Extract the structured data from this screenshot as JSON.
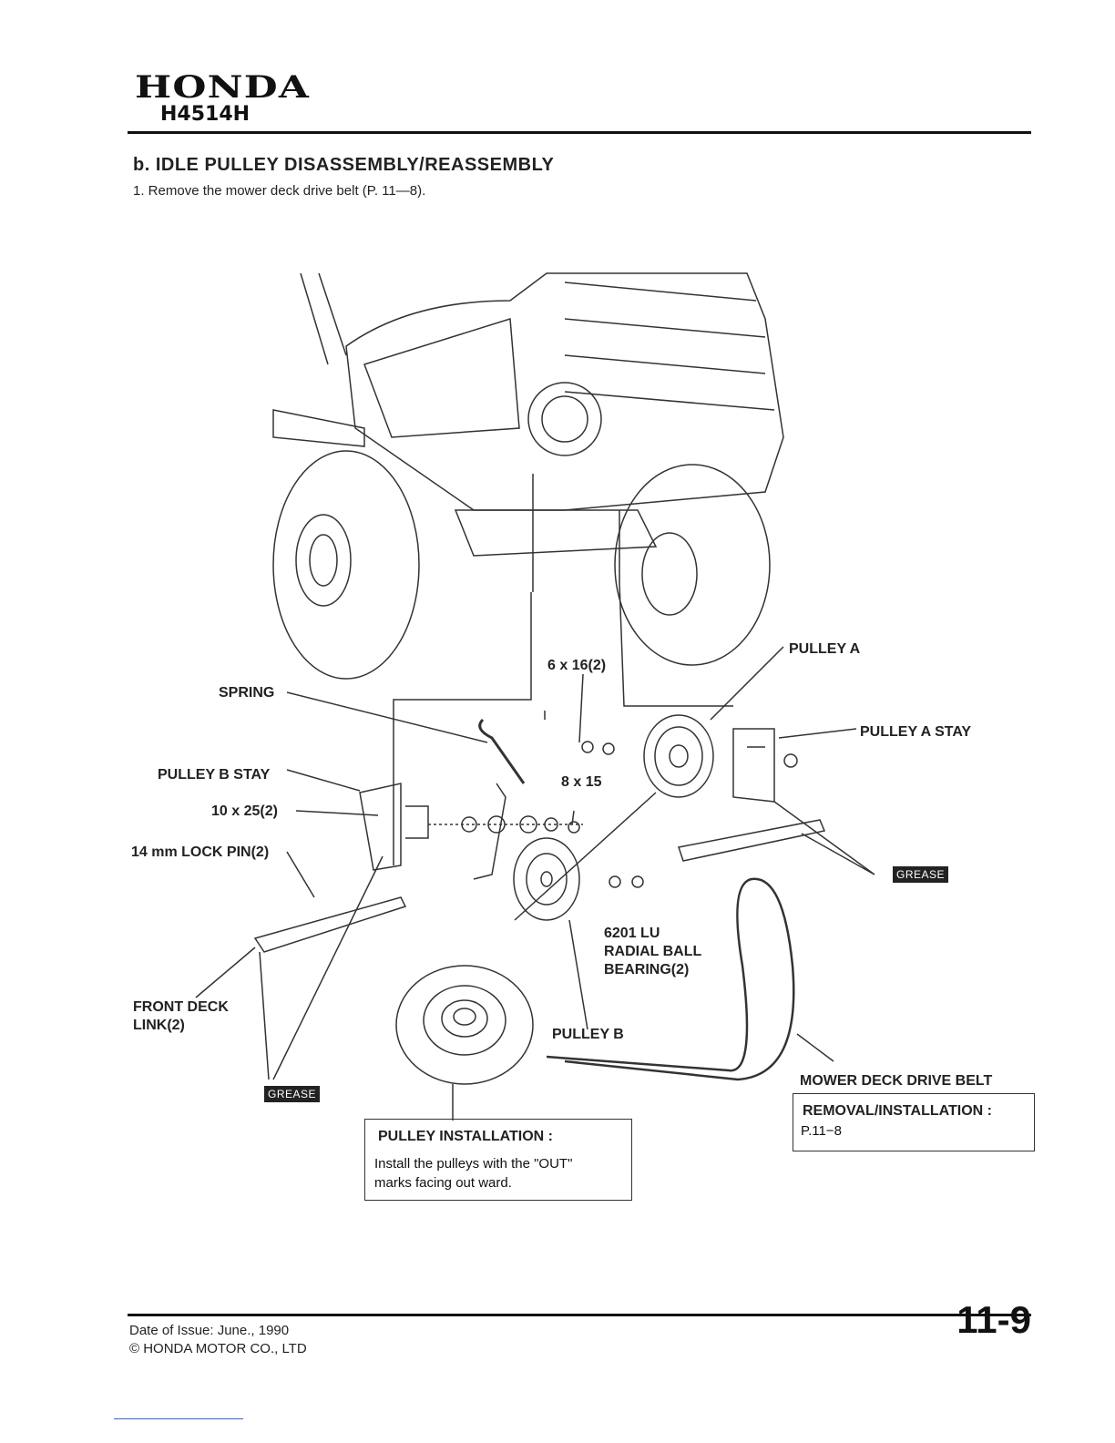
{
  "header": {
    "brand": "HONDA",
    "model": "H4514H"
  },
  "section": {
    "title": "b.  IDLE PULLEY DISASSEMBLY/REASSEMBLY",
    "step1": "1.  Remove the mower deck drive belt (P. 11—8)."
  },
  "diagram": {
    "labels": {
      "pulley_a": "PULLEY A",
      "pulley_a_stay": "PULLEY A STAY",
      "bolt_6x16": "6 x 16(2)",
      "spring": "SPRING",
      "pulley_b_stay": "PULLEY B STAY",
      "bolt_8x15": "8 x 15",
      "bolt_10x25": "10 x 25(2)",
      "lock_pin": "14 mm LOCK PIN(2)",
      "bearing_1": "6201 LU",
      "bearing_2": "RADIAL BALL",
      "bearing_3": "BEARING(2)",
      "front_deck_link_1": "FRONT DECK",
      "front_deck_link_2": "LINK(2)",
      "pulley_b": "PULLEY B",
      "grease_1": "GREASE",
      "grease_2": "GREASE",
      "belt": "MOWER DECK DRIVE BELT"
    },
    "pulley_note": {
      "title": "PULLEY INSTALLATION :",
      "line1": "Install the pulleys with the \"OUT\"",
      "line2": "marks facing out ward."
    },
    "belt_note": {
      "title": "REMOVAL/INSTALLATION :",
      "ref": "P.11−8"
    }
  },
  "footer": {
    "date": "Date of Issue: June., 1990",
    "copyright": "© HONDA MOTOR CO., LTD",
    "page": "11-9"
  }
}
